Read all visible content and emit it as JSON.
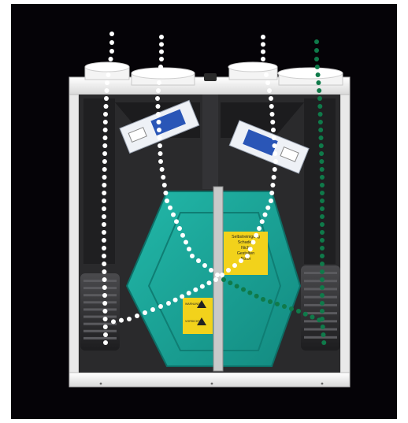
{
  "image": {
    "subject": "ventilation-heat-recovery-unit-cutaway",
    "background_color": "#050307"
  },
  "colors": {
    "heat_exchanger": "#1aa89b",
    "heat_exchanger_shade": "#138a80",
    "insulation": "#2b2b2d",
    "casing": "#f1f1f1",
    "airflow_white": "#ffffff",
    "airflow_green": "#0f7a4a",
    "label_yellow": "#f2d21b"
  },
  "labels": {
    "exchanger_label_lines": [
      "Selbstreinigung",
      "Schaden",
      "Nicht",
      "Gestalten",
      "Rotor"
    ],
    "warning_label_1": "WARNUNG",
    "warning_label_2": "VORSICHT"
  },
  "icons": [
    "airflow-dots",
    "filter-cassette-icon",
    "fan-icon",
    "warning-triangle-icon"
  ]
}
